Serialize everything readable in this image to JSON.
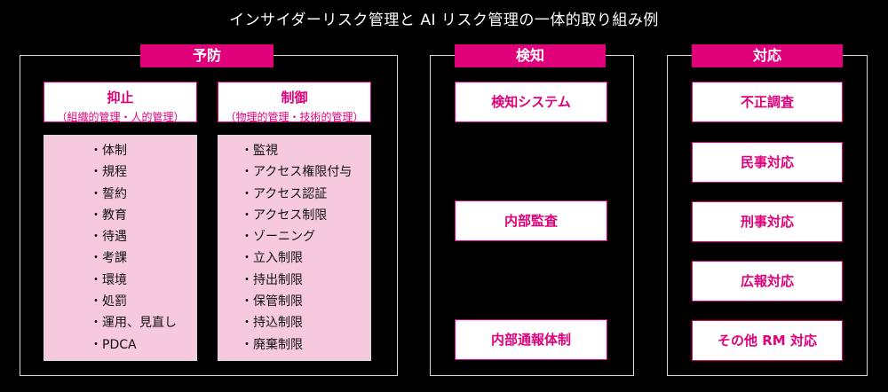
{
  "title": "インサイダーリスク管理と AI リスク管理の一体的取り組み例",
  "prevention": {
    "label": "予防",
    "deterrence": {
      "title": "抑止",
      "subtitle": "（組織的管理・人的管理）",
      "items": [
        "・体制",
        "・規程",
        "・誓約",
        "・教育",
        "・待遇",
        "・考課",
        "・環境",
        "・処罰",
        "・運用、見直し",
        "・PDCA"
      ]
    },
    "control": {
      "title": "制御",
      "subtitle": "（物理的管理・技術的管理）",
      "items": [
        "・監視",
        "・アクセス権限付与",
        "・アクセス認証",
        "・アクセス制限",
        "・ゾーニング",
        "・立入制限",
        "・持出制限",
        "・保管制限",
        "・持込制限",
        "・廃棄制限"
      ]
    }
  },
  "detection": {
    "label": "検知",
    "items": [
      "検知システム",
      "内部監査",
      "内部通報体制"
    ]
  },
  "response": {
    "label": "対応",
    "items": [
      "不正調査",
      "民事対応",
      "刑事対応",
      "広報対応",
      "その他 RM 対応"
    ]
  }
}
